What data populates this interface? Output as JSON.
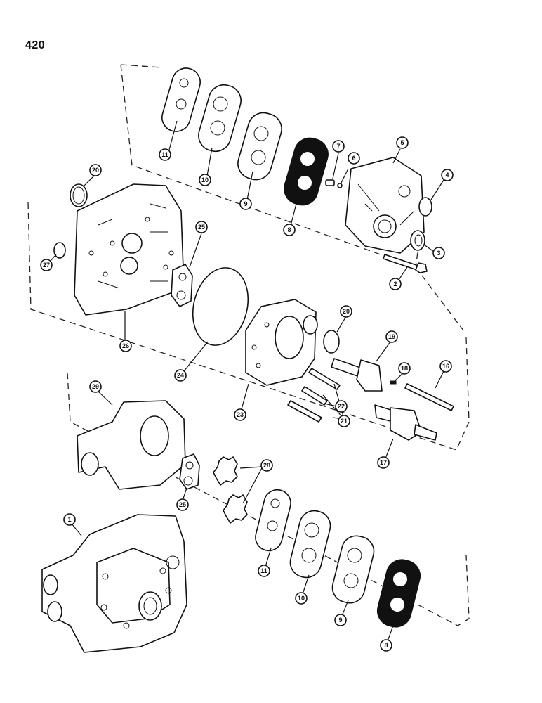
{
  "page_number": "420",
  "callouts": {
    "c1": "1",
    "c2": "2",
    "c3": "3",
    "c4": "4",
    "c5": "5",
    "c6": "6",
    "c7": "7",
    "c8a": "8",
    "c8b": "8",
    "c9a": "9",
    "c9b": "9",
    "c10a": "10",
    "c10b": "10",
    "c11a": "11",
    "c11b": "11",
    "c16": "16",
    "c17": "17",
    "c18": "18",
    "c19": "19",
    "c20a": "20",
    "c20b": "20",
    "c21": "21",
    "c22": "22",
    "c23": "23",
    "c24": "24",
    "c25a": "25",
    "c25b": "25",
    "c26": "26",
    "c27": "27",
    "c28": "28",
    "c29": "29"
  }
}
